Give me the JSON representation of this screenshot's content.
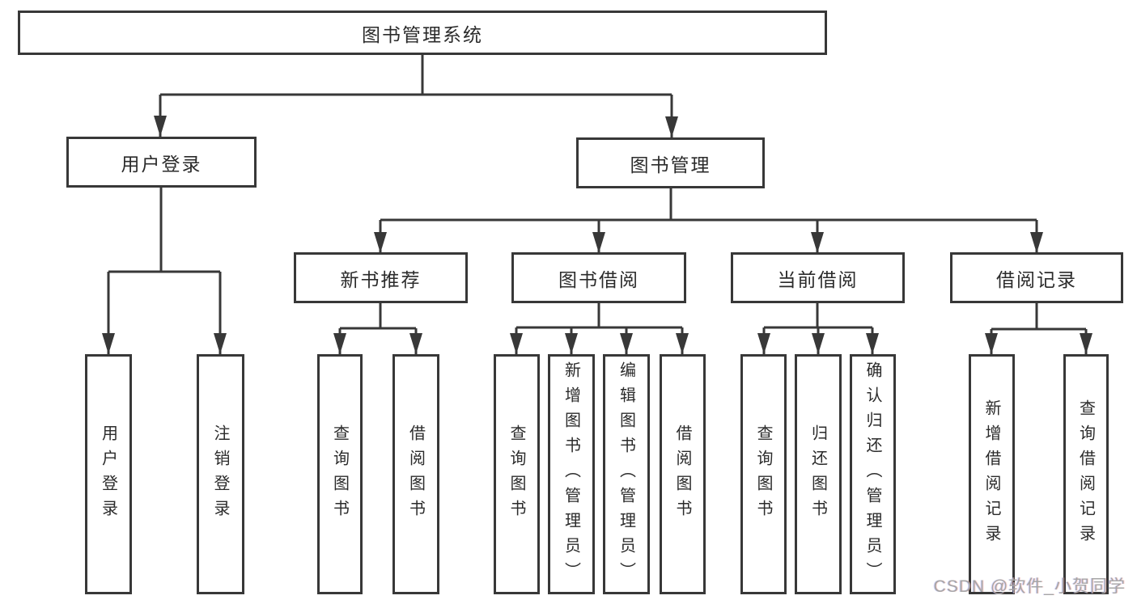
{
  "colors": {
    "line": "#383838",
    "box_border": "#383838",
    "text": "#2b2b2b",
    "background": "#ffffff",
    "watermark": "#a6a6a6"
  },
  "root": {
    "label": "图书管理系统"
  },
  "level2": [
    {
      "label": "用户登录"
    },
    {
      "label": "图书管理"
    }
  ],
  "level3": [
    {
      "label": "新书推荐",
      "parent": "图书管理"
    },
    {
      "label": "图书借阅",
      "parent": "图书管理"
    },
    {
      "label": "当前借阅",
      "parent": "图书管理"
    },
    {
      "label": "借阅记录",
      "parent": "图书管理"
    }
  ],
  "leaves": [
    {
      "label": "用户登录",
      "parent": "用户登录"
    },
    {
      "label": "注销登录",
      "parent": "用户登录"
    },
    {
      "label": "查询图书",
      "parent": "新书推荐"
    },
    {
      "label": "借阅图书",
      "parent": "新书推荐"
    },
    {
      "label": "查询图书",
      "parent": "图书借阅"
    },
    {
      "label": "新增图书（管理员）",
      "parent": "图书借阅"
    },
    {
      "label": "编辑图书（管理员）",
      "parent": "图书借阅"
    },
    {
      "label": "借阅图书",
      "parent": "图书借阅"
    },
    {
      "label": "查询图书",
      "parent": "当前借阅"
    },
    {
      "label": "归还图书",
      "parent": "当前借阅"
    },
    {
      "label": "确认归还（管理员）",
      "parent": "当前借阅"
    },
    {
      "label": "新增借阅记录",
      "parent": "借阅记录"
    },
    {
      "label": "查询借阅记录",
      "parent": "借阅记录"
    }
  ],
  "watermark": {
    "text": "CSDN @软件_小贺同学"
  }
}
